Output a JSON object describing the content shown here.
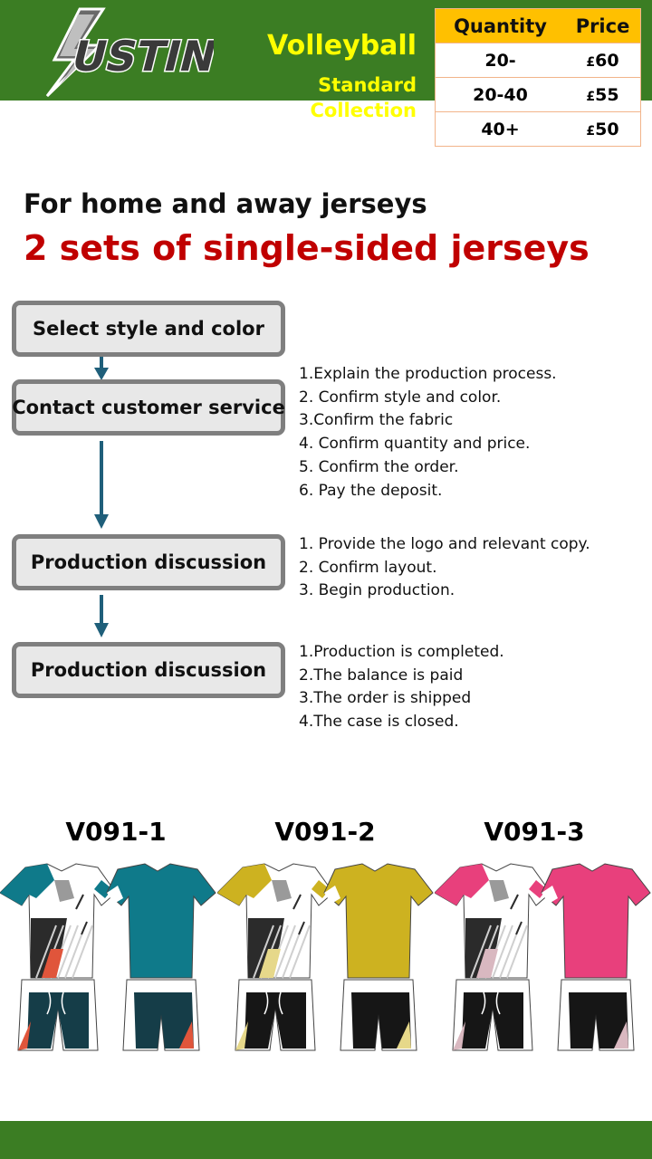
{
  "header": {
    "logo_text": "AUSTIN",
    "title": "Volleyball",
    "subtitle": "Standard Collection",
    "band_color": "#3b7d23",
    "title_color": "#ffff00"
  },
  "price_table": {
    "headers": [
      "Quantity",
      "Price"
    ],
    "header_color": "#ffc000",
    "rows": [
      {
        "quantity": "20-",
        "currency": "£",
        "amount": "60"
      },
      {
        "quantity": "20-40",
        "currency": "£",
        "amount": "55"
      },
      {
        "quantity": "40+",
        "currency": "£",
        "amount": "50"
      }
    ]
  },
  "intro": {
    "subheading": "For home and away jerseys",
    "headline": "2 sets of single-sided jerseys",
    "headline_color": "#c00000"
  },
  "process": {
    "steps": [
      {
        "label": "Select style and color",
        "notes": []
      },
      {
        "label": "Contact customer service",
        "notes": [
          "1.Explain the production process.",
          "2. Confirm style and color.",
          "3.Confirm the fabric",
          "4. Confirm quantity and price.",
          "5. Confirm the order.",
          "6. Pay the deposit."
        ]
      },
      {
        "label": "Production discussion",
        "notes": [
          "1. Provide the logo and relevant copy.",
          "2. Confirm layout.",
          "3. Begin production."
        ]
      },
      {
        "label": "Production discussion",
        "notes": [
          "1.Production is completed.",
          "2.The balance is paid",
          "3.The order is shipped",
          "4.The case is closed."
        ]
      }
    ],
    "arrow_color": "#1f5f7a"
  },
  "products": [
    {
      "code": "V091-1",
      "main_color": "#0f7a8a",
      "shorts_color": "#153d48",
      "accent_color": "#e0553b"
    },
    {
      "code": "V091-2",
      "main_color": "#cdb220",
      "shorts_color": "#161616",
      "accent_color": "#e6d88a"
    },
    {
      "code": "V091-3",
      "main_color": "#e8407c",
      "shorts_color": "#161616",
      "accent_color": "#d9b8c0"
    }
  ]
}
